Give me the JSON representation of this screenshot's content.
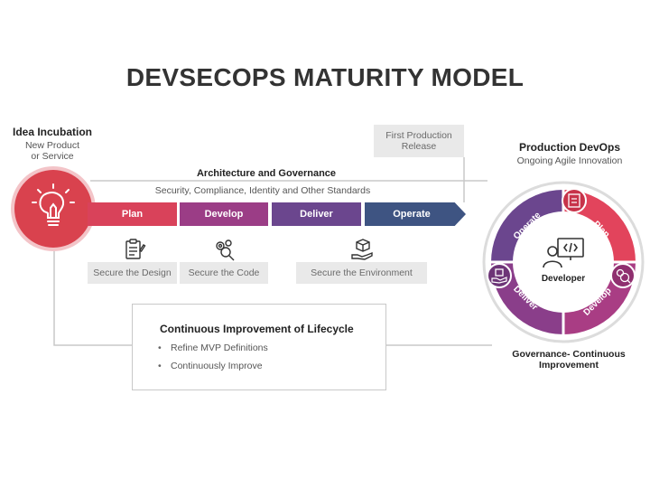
{
  "title": "DEVSECOPS MATURITY MODEL",
  "idea": {
    "heading": "Idea Incubation",
    "line1": "New Product",
    "line2": "or Service",
    "icon": "lightbulb-icon"
  },
  "first_release": {
    "line1": "First Production",
    "line2": "Release"
  },
  "architecture": {
    "heading": "Architecture and Governance",
    "subtitle": "Security, Compliance, Identity and Other Standards"
  },
  "stages": [
    {
      "label": "Plan",
      "color": "#d9425a"
    },
    {
      "label": "Develop",
      "color": "#9b3d86"
    },
    {
      "label": "Deliver",
      "color": "#6b468e"
    },
    {
      "label": "Operate",
      "color": "#3e5482"
    }
  ],
  "secure": [
    {
      "label": "Secure the Design",
      "icon": "clipboard-icon"
    },
    {
      "label": "Secure the Code",
      "icon": "gears-search-icon"
    },
    {
      "label": "Secure the Environment",
      "icon": "hand-cube-icon"
    }
  ],
  "production": {
    "heading": "Production DevOps",
    "subtitle": "Ongoing Agile Innovation"
  },
  "cycle": {
    "center": "Developer",
    "segments": [
      {
        "label": "Operate",
        "color": "#6b468e"
      },
      {
        "label": "Plan",
        "color": "#e2445c"
      },
      {
        "label": "Develop",
        "color": "#a93d84"
      },
      {
        "label": "Deliver",
        "color": "#8a3e8a"
      }
    ]
  },
  "governance": {
    "line1": "Governance- Continuous",
    "line2": "Improvement"
  },
  "improvement": {
    "heading": "Continuous Improvement of Lifecycle",
    "items": [
      "Refine MVP Definitions",
      "Continuously Improve"
    ]
  }
}
